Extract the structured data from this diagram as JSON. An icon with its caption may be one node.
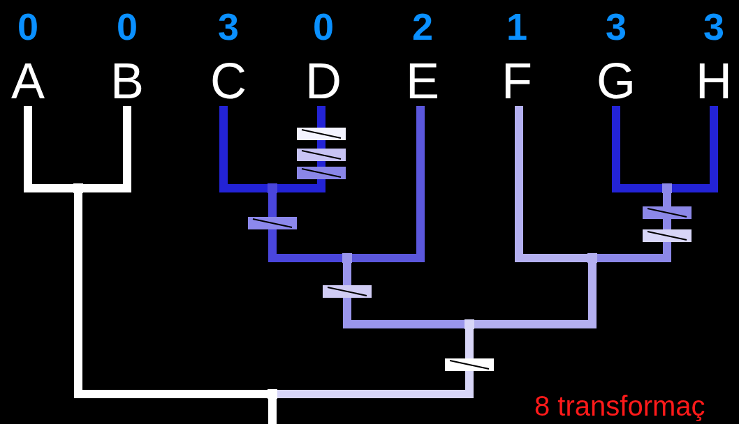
{
  "diagram": {
    "nodes": [
      {
        "text": [
          "A"
        ],
        "beside": [
          "0"
        ]
      },
      {
        "text": [
          "B"
        ],
        "beside": [
          "0"
        ]
      },
      {
        "text": [
          "C"
        ],
        "beside": [
          "3"
        ]
      },
      {
        "text": [
          "D"
        ],
        "beside": [
          "0"
        ]
      },
      {
        "text": [
          "E"
        ],
        "beside": [
          "2"
        ]
      },
      {
        "text": [
          "F"
        ],
        "beside": [
          "1"
        ]
      },
      {
        "text": [
          "G"
        ],
        "beside": [
          "3"
        ]
      },
      {
        "text": [
          "H"
        ],
        "beside": [
          "3"
        ]
      },
      {
        "text": [],
        "shape": "point"
      },
      {
        "text": [],
        "shape": "point"
      },
      {
        "text": [],
        "shape": "point"
      },
      {
        "text": [],
        "shape": "point"
      },
      {
        "text": [],
        "shape": "point"
      },
      {
        "text": [],
        "shape": "point"
      },
      {
        "text": [],
        "shape": "point"
      }
    ],
    "edges": [
      {
        "from": 8,
        "to": 0,
        "arrow": "none"
      },
      {
        "from": 8,
        "to": 1,
        "arrow": "none"
      },
      {
        "from": 9,
        "to": 2,
        "arrow": "none",
        "color": "#2323d6"
      },
      {
        "from": 9,
        "to": 3,
        "arrow": "none",
        "color": "#2323d6"
      },
      {
        "from": 10,
        "to": 6,
        "arrow": "none",
        "color": "#2323d6"
      },
      {
        "from": 10,
        "to": 7,
        "arrow": "none",
        "color": "#2323d6"
      },
      {
        "from": 11,
        "to": 9,
        "arrow": "none",
        "color": "#4a46dc"
      },
      {
        "from": 11,
        "to": 4,
        "arrow": "none",
        "color": "#5b57dc"
      },
      {
        "from": 12,
        "to": 5,
        "arrow": "none",
        "color": "#b4b0f0"
      },
      {
        "from": 12,
        "to": 10,
        "arrow": "none",
        "color": "#8c88e8"
      },
      {
        "from": 13,
        "to": 11,
        "arrow": "none",
        "color": "#9a96ec"
      },
      {
        "from": 13,
        "to": 12,
        "arrow": "none",
        "color": "#b4b0f0"
      },
      {
        "from": 14,
        "to": 8,
        "arrow": "none"
      },
      {
        "from": 14,
        "to": 13,
        "arrow": "none",
        "color": "#d8d6f8"
      },
      {
        "from": null,
        "to": 14,
        "arrow": "none"
      }
    ],
    "labels": [
      "8 transformaç"
    ]
  }
}
